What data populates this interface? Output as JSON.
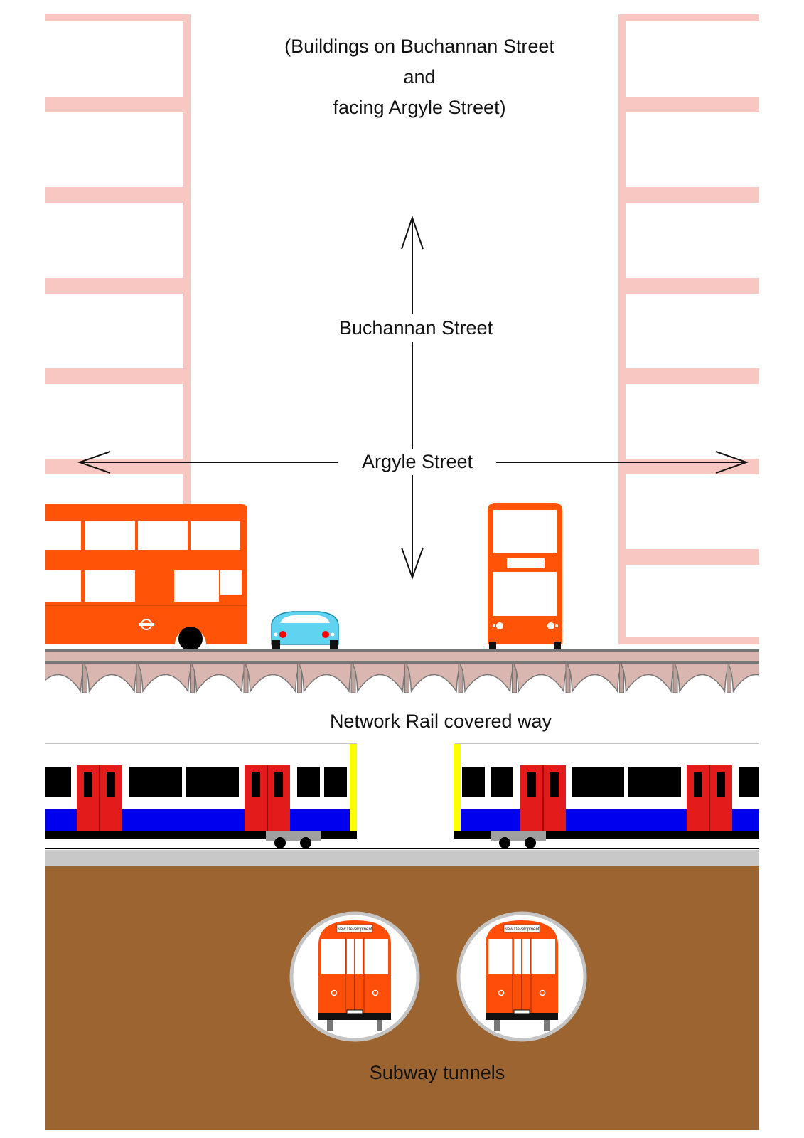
{
  "labels": {
    "caption_line1": "(Buildings on Buchannan Street",
    "caption_line2": "and",
    "caption_line3": "facing Argyle Street)",
    "buchanan_street": "Buchannan Street",
    "argyle_street": "Argyle Street",
    "network_rail": "Network Rail covered way",
    "subway_tunnels": "Subway tunnels",
    "subway_destination_left": "New Development",
    "subway_destination_right": "New Development"
  },
  "colors": {
    "building": "#f9c7c1",
    "bus": "#ff5308",
    "car": "#5fd3f0",
    "viaduct": "#d9b6b0",
    "ground": "#9c6431",
    "platform": "#c8c8c8",
    "train_red": "#e31b1b",
    "train_blue": "#0000ee",
    "train_yellow": "#ffff00",
    "subway_red": "#ff4d0a",
    "tunnel_ring": "#c4c4c4"
  },
  "icons": {
    "bus_roundel": "london-transport-roundel-icon",
    "arrowheads": "open-arrowhead-icon"
  }
}
